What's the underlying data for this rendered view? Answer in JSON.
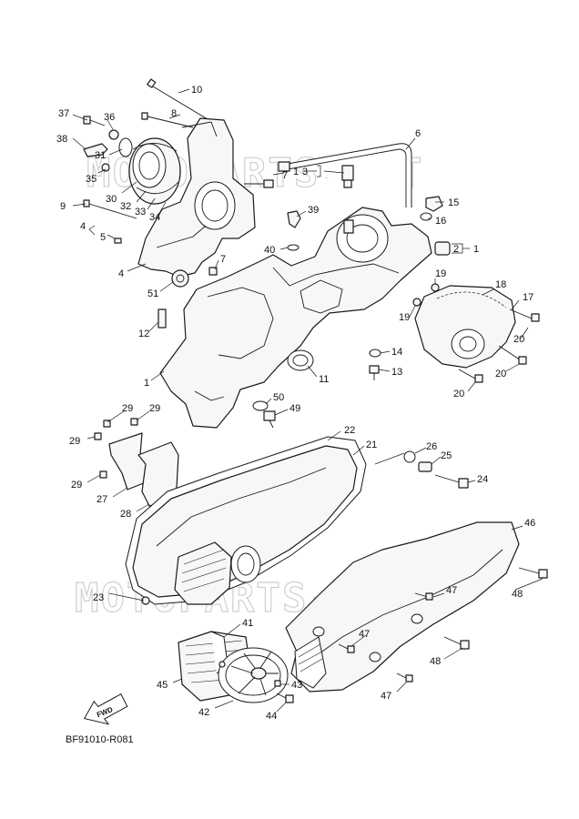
{
  "diagram": {
    "reference_code": "BF91010-R081",
    "fwd_label": "FWD",
    "watermark": "MOTOPARTS-NET",
    "callouts": {
      "c10": "10",
      "c8": "8",
      "c37": "37",
      "c36": "36",
      "c38": "38",
      "c31": "31",
      "c35": "35",
      "c7a": "7",
      "c7b": "7",
      "c9": "9",
      "c30": "30",
      "c32": "32",
      "c33": "33",
      "c34": "34",
      "c4a": "4",
      "c5": "5",
      "c4b": "4",
      "c51": "51",
      "c12": "12",
      "c1a": "1",
      "c1b": "1",
      "c1c": "1",
      "c3": "3",
      "c6": "6",
      "c39": "39",
      "c40": "40",
      "c15": "15",
      "c16": "16",
      "c2": "2",
      "c19a": "19",
      "c19b": "19",
      "c18": "18",
      "c17": "17",
      "c20a": "20",
      "c20b": "20",
      "c20c": "20",
      "c14": "14",
      "c13": "13",
      "c11": "11",
      "c50": "50",
      "c49": "49",
      "c29a": "29",
      "c29b": "29",
      "c29c": "29",
      "c29d": "29",
      "c27": "27",
      "c28": "28",
      "c22": "22",
      "c21": "21",
      "c26": "26",
      "c25": "25",
      "c24": "24",
      "c46": "46",
      "c48a": "48",
      "c48b": "48",
      "c47a": "47",
      "c47b": "47",
      "c47c": "47",
      "c23": "23",
      "c41": "41",
      "c45": "45",
      "c43": "43",
      "c42": "42",
      "c44": "44"
    }
  }
}
